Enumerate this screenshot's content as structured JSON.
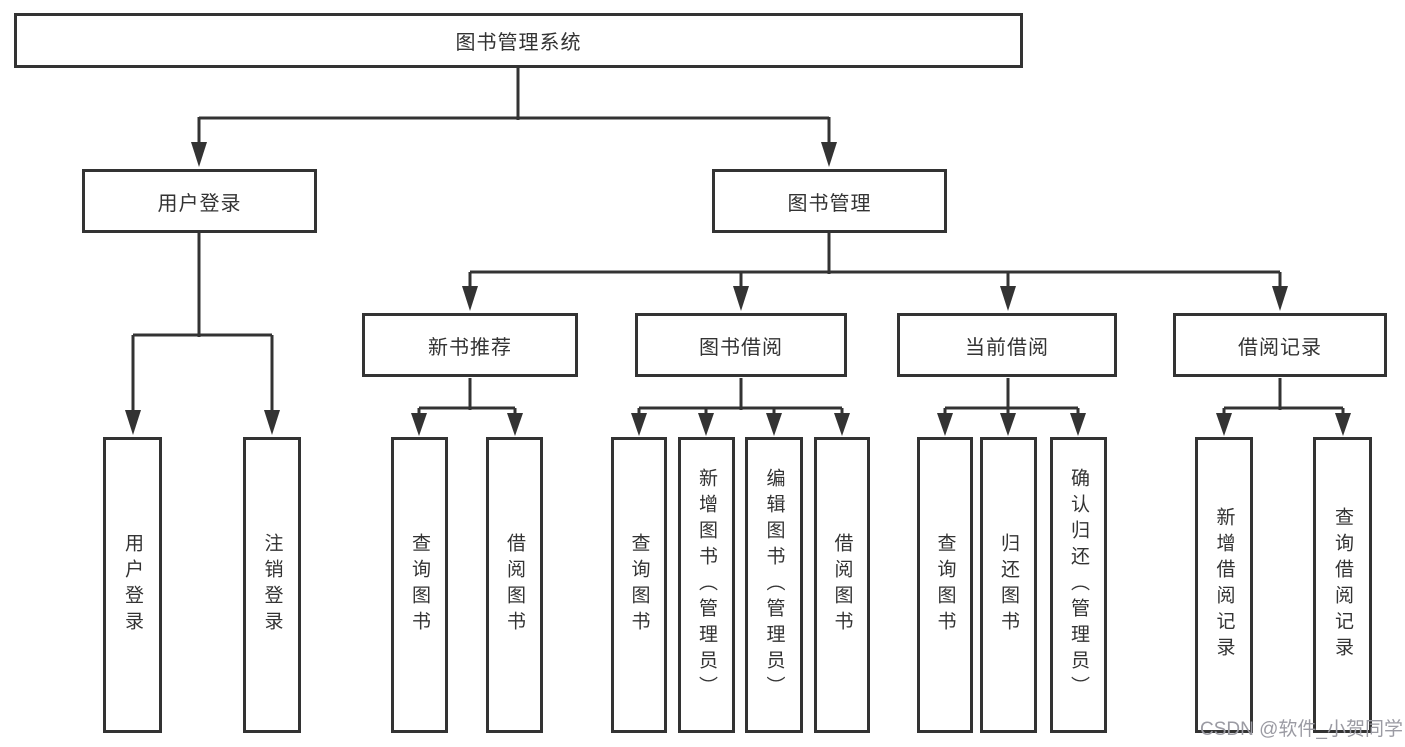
{
  "diagram": {
    "root": {
      "label": "图书管理系统"
    },
    "branches": [
      {
        "label": "用户登录",
        "children": [
          {
            "label": "用户登录"
          },
          {
            "label": "注销登录"
          }
        ]
      },
      {
        "label": "图书管理",
        "children": [
          {
            "label": "新书推荐",
            "children": [
              {
                "label": "查询图书"
              },
              {
                "label": "借阅图书"
              }
            ]
          },
          {
            "label": "图书借阅",
            "children": [
              {
                "label": "查询图书"
              },
              {
                "label": "新增图书（管理员）"
              },
              {
                "label": "编辑图书（管理员）"
              },
              {
                "label": "借阅图书"
              }
            ]
          },
          {
            "label": "当前借阅",
            "children": [
              {
                "label": "查询图书"
              },
              {
                "label": "归还图书"
              },
              {
                "label": "确认归还（管理员）"
              }
            ]
          },
          {
            "label": "借阅记录",
            "children": [
              {
                "label": "新增借阅记录"
              },
              {
                "label": "查询借阅记录"
              }
            ]
          }
        ]
      }
    ],
    "watermark": {
      "text": "CSDN @软件_小贺同学"
    },
    "colors": {
      "line": "#333333",
      "box_border": "#333333",
      "text": "#333333",
      "watermark": "#9b9ba3",
      "background": "#ffffff"
    }
  }
}
